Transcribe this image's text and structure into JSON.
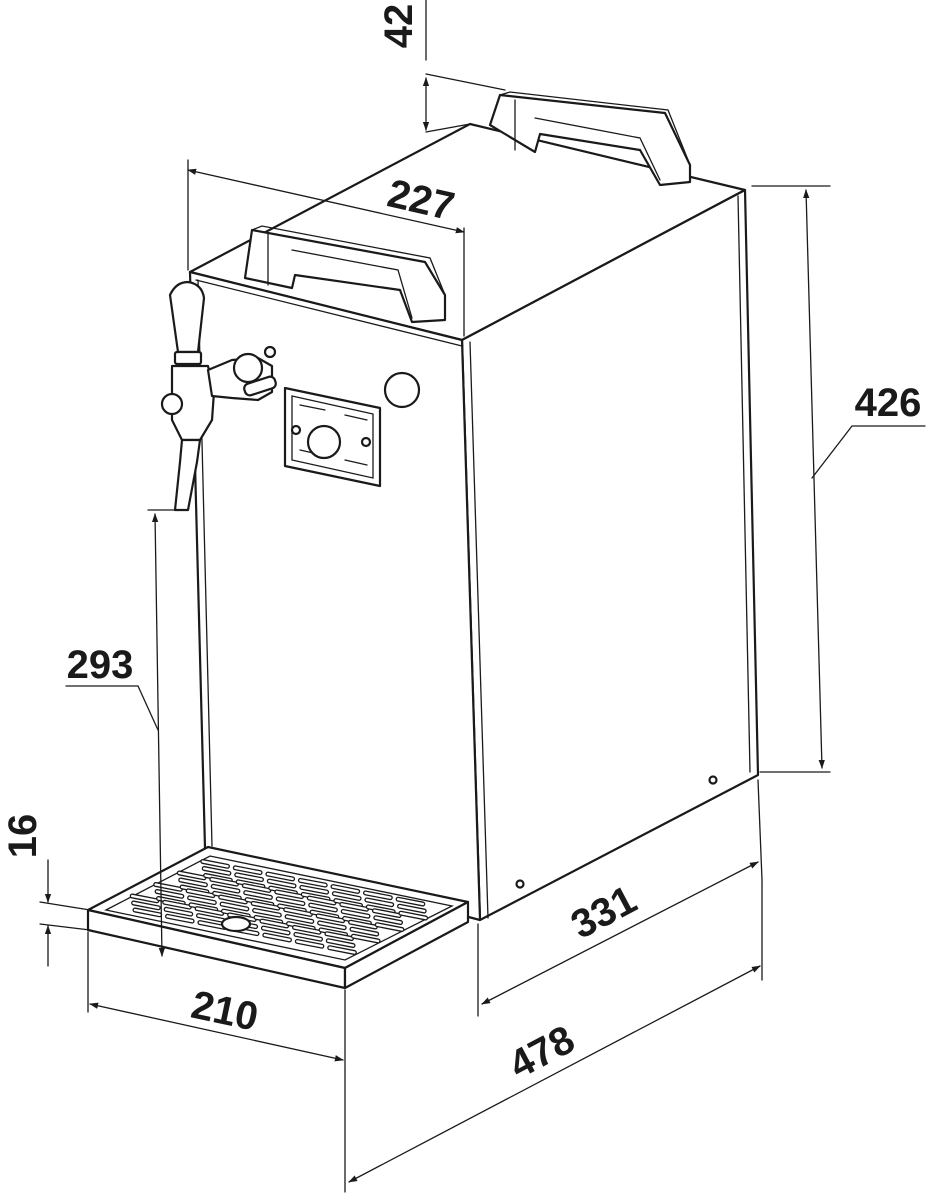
{
  "dimensions": {
    "handle_height": "42",
    "width": "227",
    "height": "426",
    "tap_height": "293",
    "tray_height": "16",
    "tray_width": "210",
    "depth": "331",
    "total_depth": "478"
  },
  "colors": {
    "line": "#1a1a1a",
    "background": "#ffffff"
  }
}
